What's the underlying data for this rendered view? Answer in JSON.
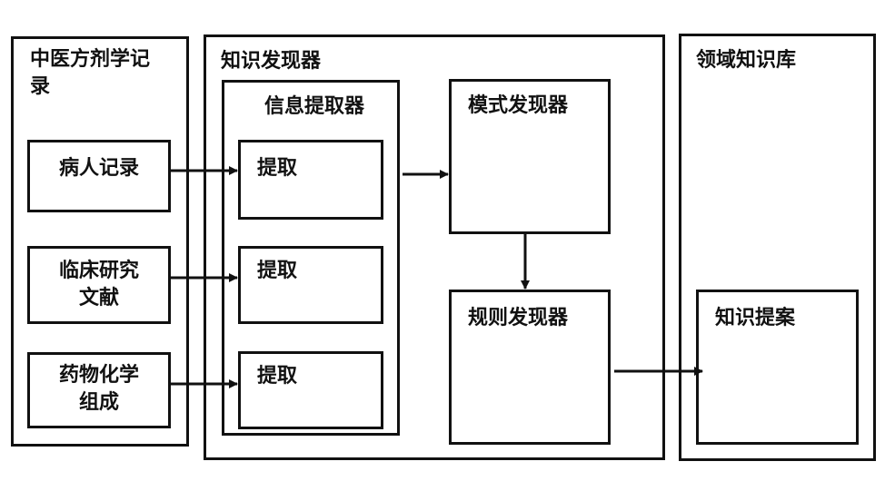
{
  "sources": {
    "title_line1": "中医方剂学记",
    "title_line2": "录",
    "items": [
      {
        "line1": "病人记录",
        "line2": ""
      },
      {
        "line1": "临床研究",
        "line2": "文献"
      },
      {
        "line1": "药物化学",
        "line2": "组成"
      }
    ]
  },
  "knowledge_discoverer": {
    "title": "知识发现器",
    "info_extractor": {
      "title": "信息提取器",
      "extract_items": [
        "提取",
        "提取",
        "提取"
      ]
    },
    "pattern_discoverer": {
      "title": "模式发现器"
    },
    "rule_discoverer": {
      "title": "规则发现器"
    }
  },
  "domain_kb": {
    "title": "领域知识库",
    "proposal": {
      "title": "知识提案"
    }
  },
  "edges": [
    {
      "from": "病人记录",
      "to": "提取 (1)"
    },
    {
      "from": "临床研究文献",
      "to": "提取 (2)"
    },
    {
      "from": "药物化学组成",
      "to": "提取 (3)"
    },
    {
      "from": "信息提取器",
      "to": "模式发现器"
    },
    {
      "from": "模式发现器",
      "to": "规则发现器"
    },
    {
      "from": "规则发现器",
      "to": "知识提案"
    }
  ]
}
